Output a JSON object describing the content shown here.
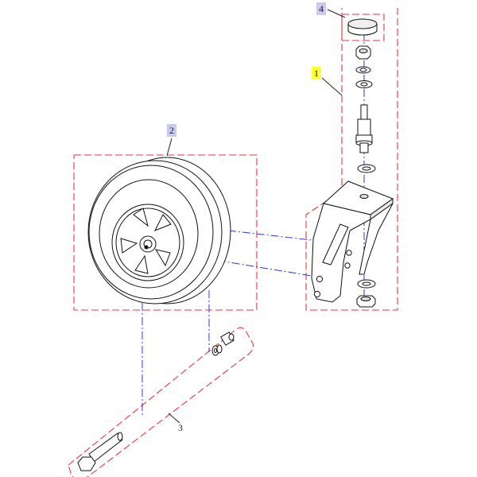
{
  "diagram": {
    "callouts": [
      {
        "id": "c1",
        "label": "1",
        "fill": "#ffff33"
      },
      {
        "id": "c2",
        "label": "2",
        "fill": "#c9c9f2"
      },
      {
        "id": "c3",
        "label": "3",
        "fill": "none"
      },
      {
        "id": "c4",
        "label": "4",
        "fill": "#c9c9f2"
      }
    ],
    "colors": {
      "group_border": "#e8363a",
      "centerline": "#2b3bd6",
      "part_line": "#111111",
      "leader": "#222222"
    }
  }
}
